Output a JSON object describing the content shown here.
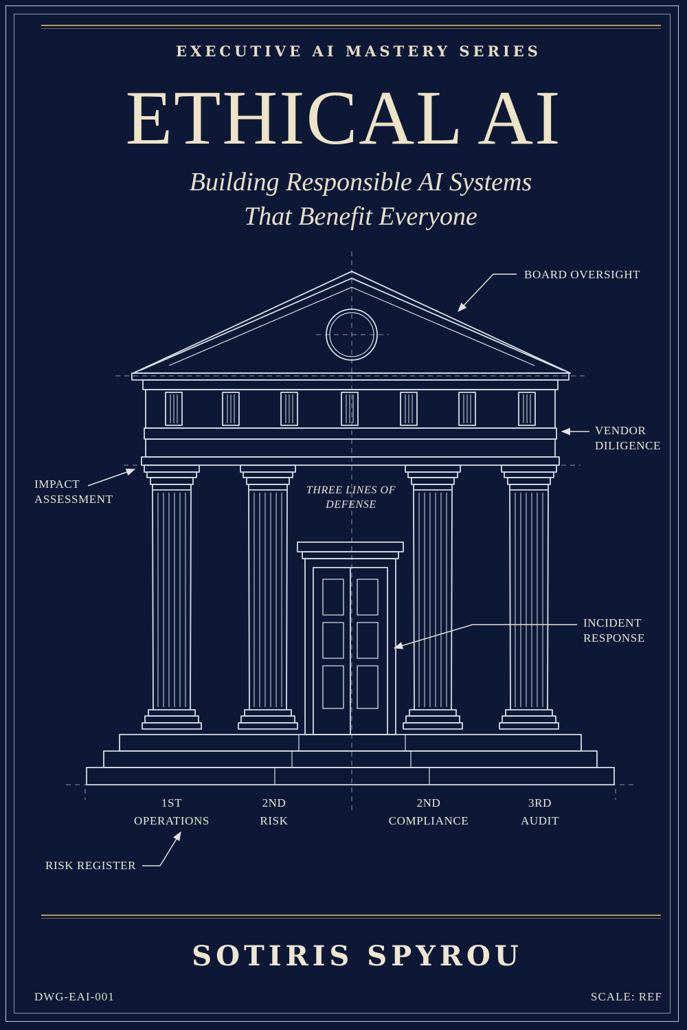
{
  "cover": {
    "series": "EXECUTIVE AI MASTERY SERIES",
    "title": "ETHICAL AI",
    "subtitle_line1": "Building Responsible AI Systems",
    "subtitle_line2": "That Benefit Everyone",
    "author": "SOTIRIS SPYROU",
    "drawing_number": "DWG-EAI-001",
    "scale": "SCALE: REF"
  },
  "diagram": {
    "board_oversight": "BOARD OVERSIGHT",
    "vendor_diligence_1": "VENDOR",
    "vendor_diligence_2": "DILIGENCE",
    "impact_assessment_1": "IMPACT",
    "impact_assessment_2": "ASSESSMENT",
    "three_lines_1": "THREE LINES OF",
    "three_lines_2": "DEFENSE",
    "incident_response_1": "INCIDENT",
    "incident_response_2": "RESPONSE",
    "risk_register": "RISK REGISTER",
    "pillars": [
      {
        "line1": "1ST",
        "line2": "OPERATIONS"
      },
      {
        "line1": "2ND",
        "line2": "RISK"
      },
      {
        "line1": "2ND",
        "line2": "COMPLIANCE"
      },
      {
        "line1": "3RD",
        "line2": "AUDIT"
      }
    ]
  },
  "colors": {
    "background": "#0c1836",
    "line": "#d9dde4",
    "gold": "#b9975a",
    "text": "#ece3cf"
  }
}
